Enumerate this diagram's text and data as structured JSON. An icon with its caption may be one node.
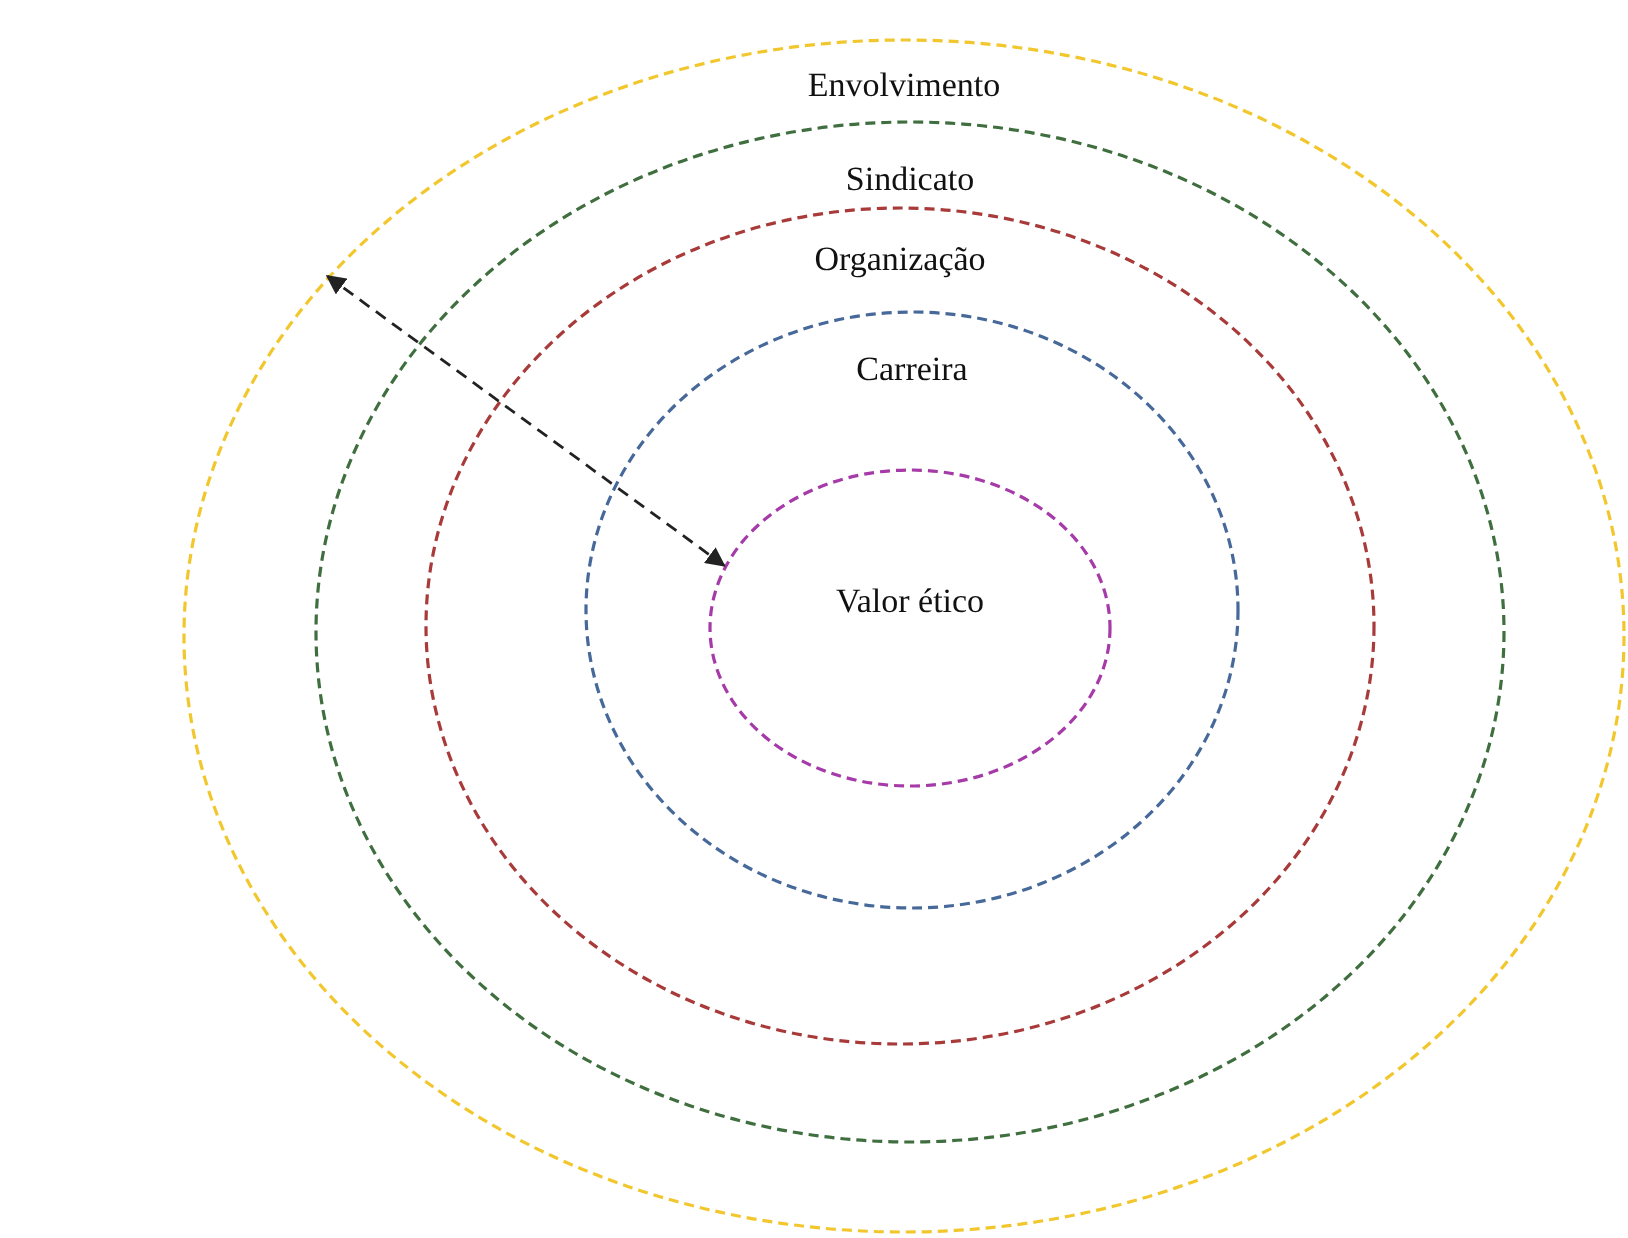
{
  "diagram": {
    "nodes": [
      {
        "text": [
          "Envolvimento"
        ]
      },
      {
        "text": [
          "Sindicato"
        ],
        "in": 0
      },
      {
        "text": [
          "Organização"
        ],
        "in": 1
      },
      {
        "text": [
          "Carreira"
        ],
        "in": 2
      },
      {
        "text": [
          "Valor ético"
        ],
        "in": 3
      }
    ],
    "edges": [
      {
        "from": 0,
        "to": 4,
        "arrow": "both",
        "style": "dashed"
      }
    ]
  }
}
